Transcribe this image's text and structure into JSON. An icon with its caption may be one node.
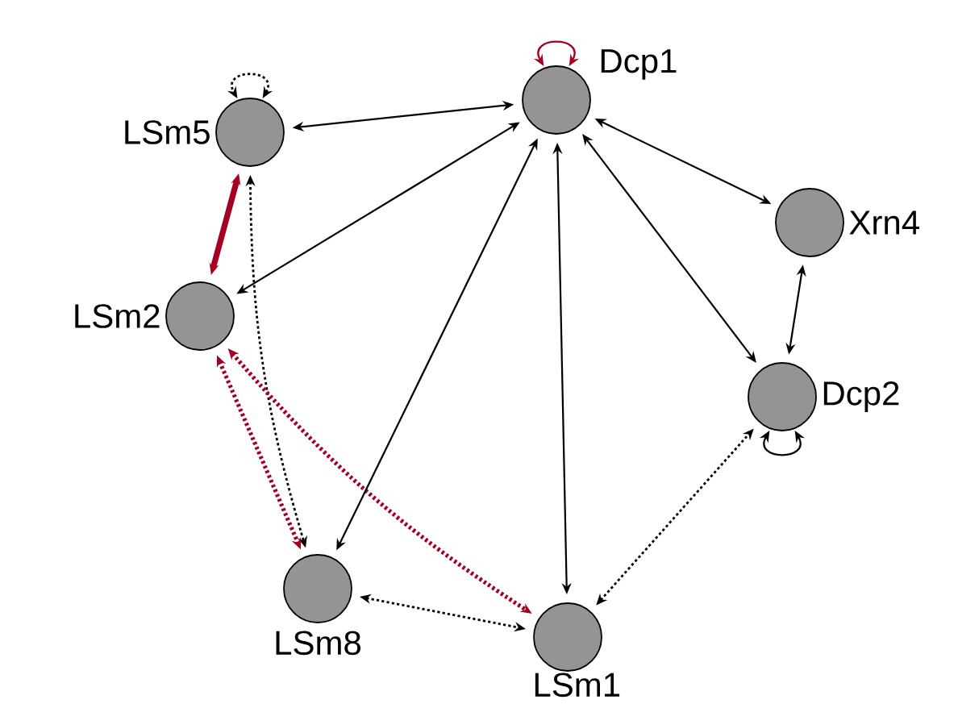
{
  "diagram": {
    "nodes": [
      {
        "text": [
          "Dcp1"
        ]
      },
      {
        "text": [
          "Xrn4"
        ]
      },
      {
        "text": [
          "Dcp2"
        ]
      },
      {
        "text": [
          "LSm1"
        ]
      },
      {
        "text": [
          "LSm8"
        ]
      },
      {
        "text": [
          "LSm2"
        ]
      },
      {
        "text": [
          "LSm5"
        ]
      }
    ],
    "edges": [
      {
        "from": 0,
        "to": 0,
        "arrow": "both",
        "color": "#a50021"
      },
      {
        "from": 6,
        "to": 6,
        "arrow": "both",
        "style": "dashed"
      },
      {
        "from": 6,
        "to": 0,
        "arrow": "both"
      },
      {
        "from": 5,
        "to": 0,
        "arrow": "both"
      },
      {
        "from": 6,
        "to": 5,
        "arrow": "both",
        "style": "thick",
        "color": "#a50021"
      },
      {
        "from": 6,
        "to": 4,
        "arrow": "both",
        "style": "dashed"
      },
      {
        "from": 5,
        "to": 4,
        "arrow": "both",
        "style": "dashed",
        "color": "#a50021"
      },
      {
        "from": 5,
        "to": 3,
        "arrow": "both",
        "style": "dashed",
        "color": "#a50021"
      },
      {
        "from": 4,
        "to": 0,
        "arrow": "both"
      },
      {
        "from": 4,
        "to": 3,
        "arrow": "both",
        "style": "dashed"
      },
      {
        "from": 0,
        "to": 3,
        "arrow": "both"
      },
      {
        "from": 0,
        "to": 1,
        "arrow": "both"
      },
      {
        "from": 0,
        "to": 2,
        "arrow": "both"
      },
      {
        "from": 1,
        "to": 2,
        "arrow": "both"
      },
      {
        "from": 2,
        "to": 2,
        "arrow": "both"
      },
      {
        "from": 3,
        "to": 2,
        "arrow": "both",
        "style": "dashed"
      }
    ]
  }
}
